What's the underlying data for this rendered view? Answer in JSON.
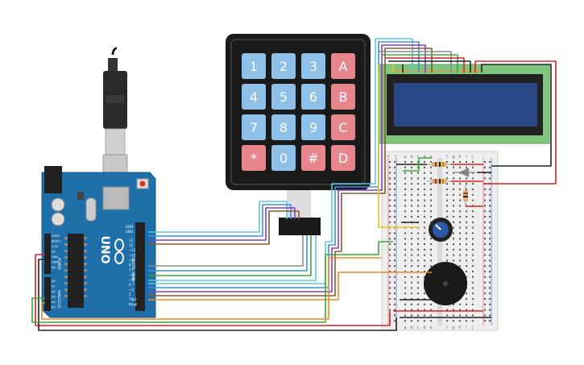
{
  "keypad": {
    "keys": [
      {
        "label": "1",
        "kind": "num"
      },
      {
        "label": "2",
        "kind": "num"
      },
      {
        "label": "3",
        "kind": "num"
      },
      {
        "label": "A",
        "kind": "letter"
      },
      {
        "label": "4",
        "kind": "num"
      },
      {
        "label": "5",
        "kind": "num"
      },
      {
        "label": "6",
        "kind": "num"
      },
      {
        "label": "B",
        "kind": "letter"
      },
      {
        "label": "7",
        "kind": "num"
      },
      {
        "label": "8",
        "kind": "num"
      },
      {
        "label": "9",
        "kind": "num"
      },
      {
        "label": "C",
        "kind": "letter"
      },
      {
        "label": "*",
        "kind": "letter"
      },
      {
        "label": "0",
        "kind": "num"
      },
      {
        "label": "#",
        "kind": "letter"
      },
      {
        "label": "D",
        "kind": "letter"
      }
    ]
  },
  "arduino": {
    "logo_text": "UNO",
    "aref": "AREF",
    "gnd": "GND",
    "digital_pins": [
      "13",
      "12",
      "~11",
      "~10",
      "~9",
      "8",
      "7",
      "~6",
      "~5",
      "4",
      "~3",
      "2",
      "TX▸1",
      "RX◂0"
    ],
    "digital_label": "DIGITAL (PWM~)",
    "power_pins": [
      "IOREF",
      "RESET",
      "3.3V",
      "5V",
      "GND",
      "GND",
      "Vin"
    ],
    "power_label": "POWER",
    "analog_pins": [
      "A0",
      "A1",
      "A2",
      "A3",
      "A4",
      "A5"
    ],
    "analog_label": "ANALOG IN"
  },
  "breadboard": {
    "cols": [
      "a",
      "b",
      "c",
      "d",
      "e",
      "f",
      "g",
      "h",
      "i",
      "j"
    ],
    "rail_plus": "+",
    "rail_minus": "−"
  },
  "colors": {
    "board": "#1f6fa8",
    "breadboard": "#eeeeee",
    "lcd_pcb": "#7fc77f",
    "lcd_screen": "#274785",
    "key_num": "#8fc0e8",
    "key_letter": "#e8868e",
    "wire_red": "#e02020",
    "wire_black": "#222222",
    "wire_green": "#38a838",
    "wire_orange": "#f08a1c",
    "wire_yellow": "#e8c81a",
    "wire_purple": "#8a3ac8",
    "wire_blue": "#3a90e8",
    "wire_cyan": "#5ac8e8",
    "wire_brown": "#8a5a2a",
    "wire_gray": "#8a8a8a"
  }
}
